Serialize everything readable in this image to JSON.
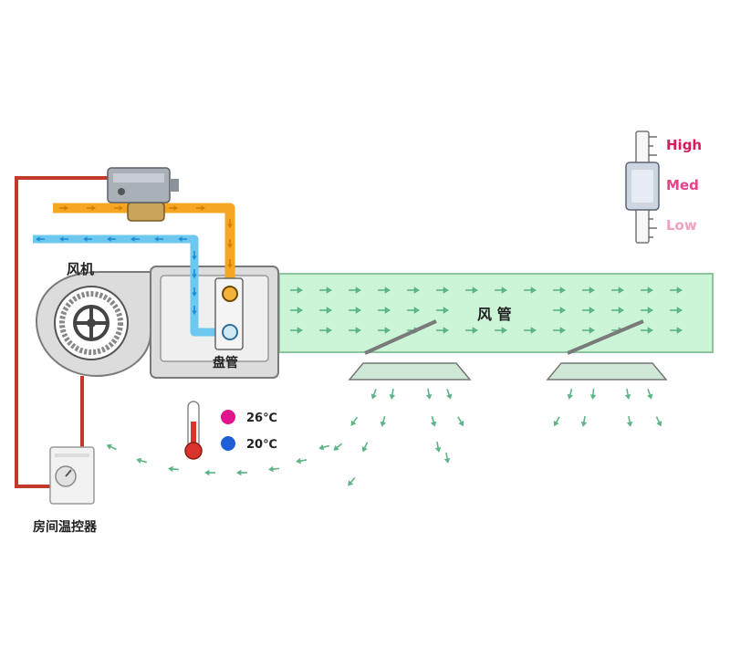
{
  "labels": {
    "fan": "风机",
    "coil": "盘管",
    "duct": "风 管",
    "thermostat": "房间温控器"
  },
  "speed_switch": {
    "high": "High",
    "med": "Med",
    "low": "Low"
  },
  "temperatures": {
    "supply_temp": "26℃",
    "return_temp": "20℃"
  },
  "colors": {
    "hot_pipe": "#f5a623",
    "cold_pipe": "#6cc8ee",
    "control_wire": "#c0392b",
    "duct_fill": "#ccf5d8",
    "duct_stroke": "#8cc59b",
    "airflow_arrow": "#5cb587",
    "unit_body": "#dcdcdc",
    "unit_stroke": "#7a7a7a",
    "speed_high": "#d81b60",
    "speed_med": "#e8418a",
    "speed_low": "#f3a0c0",
    "temp_hot": "#e0148c",
    "temp_cold": "#1e5fd6"
  },
  "icons": [
    "motorized-valve-icon",
    "fan-wheel-icon",
    "thermometer-icon",
    "thermostat-dial-icon",
    "speed-switch-icon"
  ]
}
